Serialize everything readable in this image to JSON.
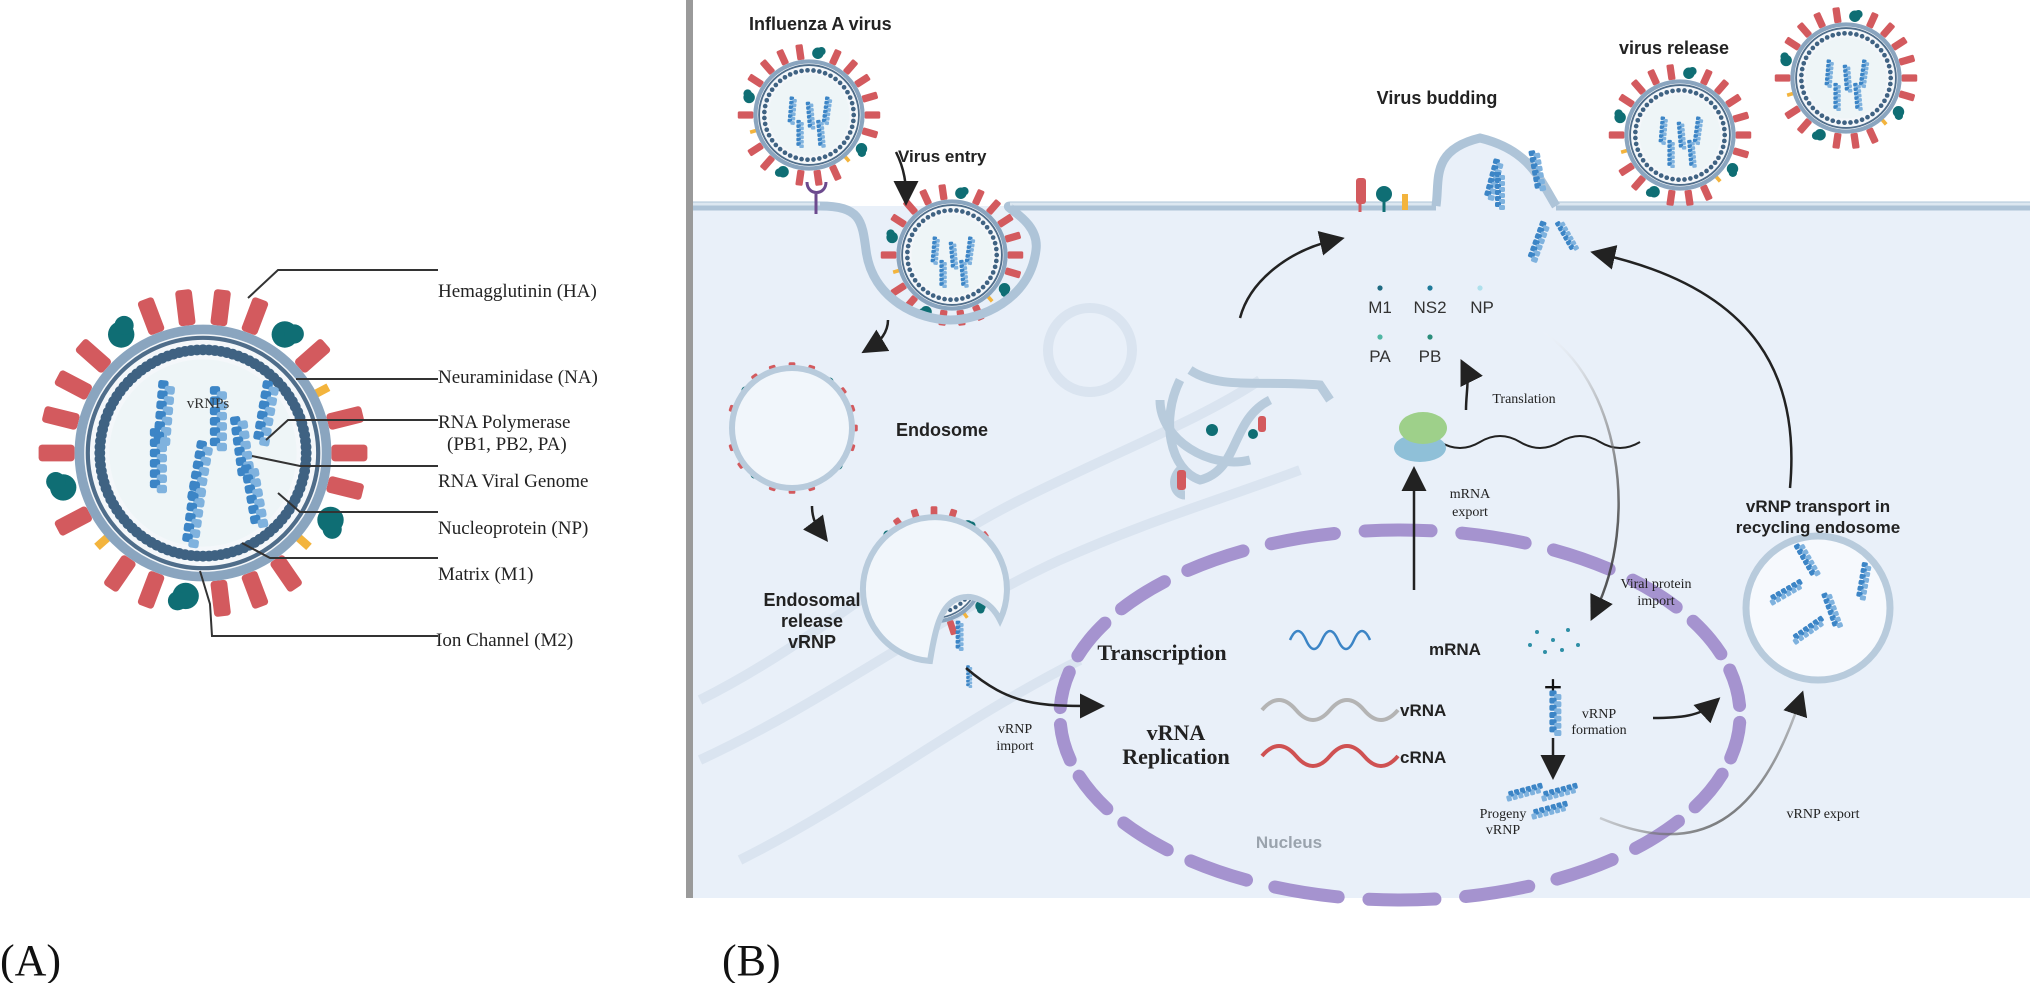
{
  "panel_a": {
    "caption": "(A)",
    "inner_label": "vRNPs",
    "labels": [
      {
        "text": "Hemagglutinin (HA)"
      },
      {
        "text": "Neuraminidase (NA)"
      },
      {
        "text": "RNA Polymerase"
      },
      {
        "text": "(PB1, PB2, PA)"
      },
      {
        "text": "RNA Viral Genome"
      },
      {
        "text": "Nucleoprotein (NP)"
      },
      {
        "text": "Matrix (M1)"
      },
      {
        "text": "Ion Channel (M2)"
      }
    ]
  },
  "panel_b": {
    "caption": "(B)",
    "influenza_label": "Influenza A virus",
    "virus_entry": "Virus entry",
    "endosome": "Endosome",
    "endosomal_release": [
      "Endosomal",
      "release",
      "vRNP"
    ],
    "vrnp_import": [
      "vRNP",
      "import"
    ],
    "virus_budding": "Virus budding",
    "virus_release": "virus release",
    "proteins": [
      "M1",
      "NS2",
      "NP",
      "PA",
      "PB"
    ],
    "translation": "Translation",
    "mrna_export": [
      "mRNA",
      "export"
    ],
    "transcription": "Transcription",
    "mrna": "mRNA",
    "vrna_replication": [
      "vRNA",
      "Replication"
    ],
    "vrna": "vRNA",
    "crna": "cRNA",
    "nucleus": "Nucleus",
    "viral_protein_import": [
      "Viral protein",
      "import"
    ],
    "vrnp_formation": [
      "vRNP",
      "formation"
    ],
    "progeny_vrnp": [
      "Progeny",
      "vRNP"
    ],
    "vrnp_export": "vRNP export",
    "vrnp_transport": [
      "vRNP transport in",
      "recycling endosome"
    ],
    "colors": {
      "cell": "#e9f0f9",
      "membrane": "#aec4d8",
      "ha": "#d35a5e",
      "na": "#0f6e74",
      "m2": "#f3b43d",
      "matrix": "#3f6282",
      "rna": "#3c85c6",
      "nucleus": "#a593cf",
      "crna": "#cf5152",
      "vrna": "#b4b4b4"
    }
  }
}
